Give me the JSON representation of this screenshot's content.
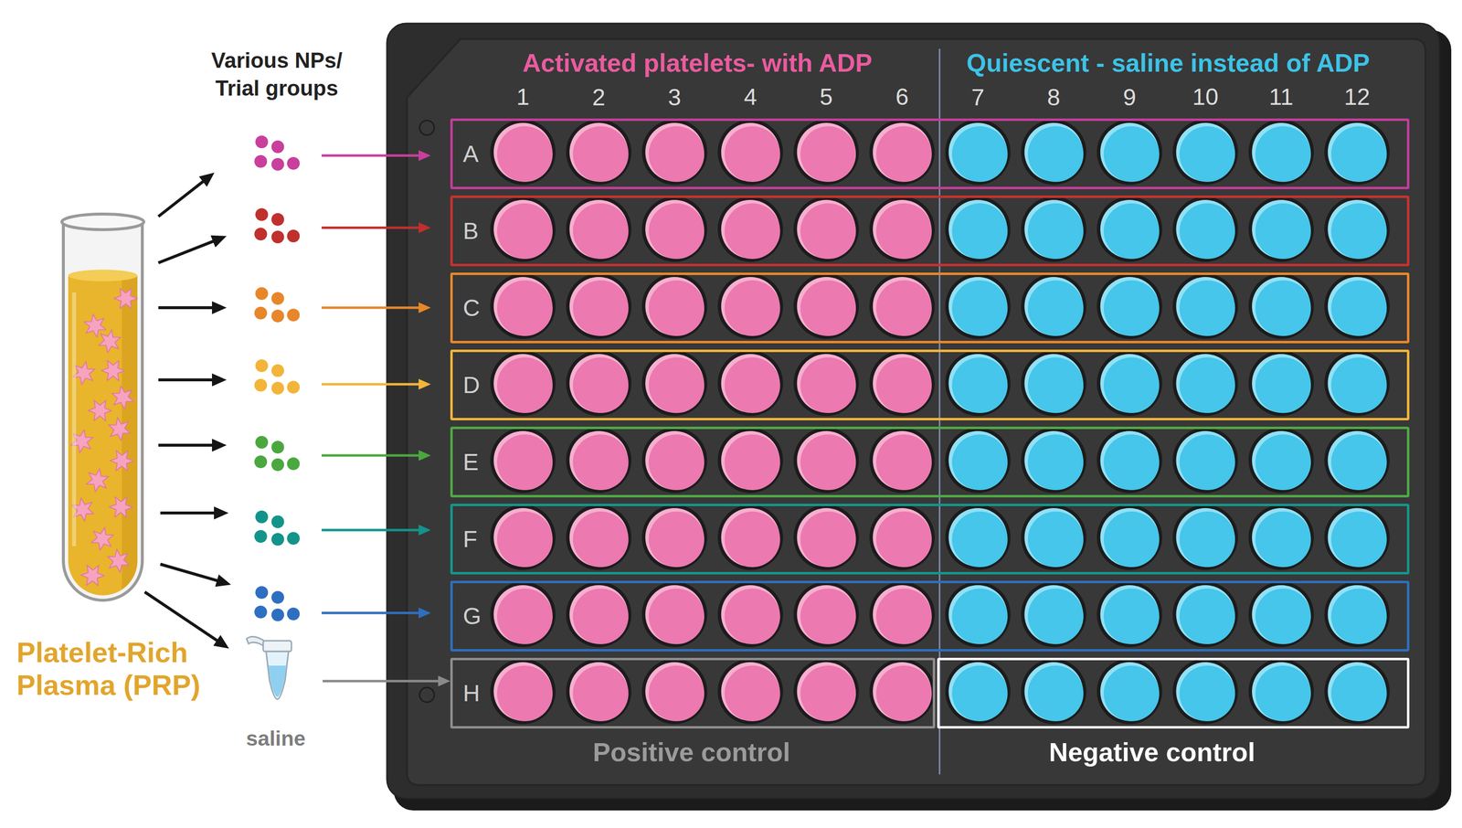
{
  "diagram": {
    "nodes": [
      {
        "text": [
          "Platelet-Rich Plasma (PRP)"
        ]
      },
      {
        "text": [
          "saline"
        ]
      },
      {
        "text": [
          "Activated platelets- with ADP",
          "Quiescent - saline instead of ADP"
        ]
      },
      {
        "text": [
          "A"
        ],
        "in": 2
      },
      {
        "text": [
          "B"
        ],
        "in": 2
      },
      {
        "text": [
          "C"
        ],
        "in": 2
      },
      {
        "text": [
          "D"
        ],
        "in": 2
      },
      {
        "text": [
          "E"
        ],
        "in": 2
      },
      {
        "text": [
          "F"
        ],
        "in": 2
      },
      {
        "text": [
          "G"
        ],
        "in": 2
      },
      {
        "text": [
          "H",
          "Positive control"
        ],
        "in": 2
      },
      {
        "text": [
          "Negative control"
        ],
        "in": 2
      }
    ],
    "edges": [
      {
        "from": 0,
        "to": 1,
        "arrow": "to"
      },
      {
        "from": 1,
        "to": 10,
        "arrow": "to"
      }
    ],
    "labels": [
      "Various NPs/ Trial groups",
      "1",
      "2",
      "3",
      "4",
      "5",
      "6",
      "7",
      "8",
      "9",
      "10",
      "11",
      "12"
    ]
  }
}
